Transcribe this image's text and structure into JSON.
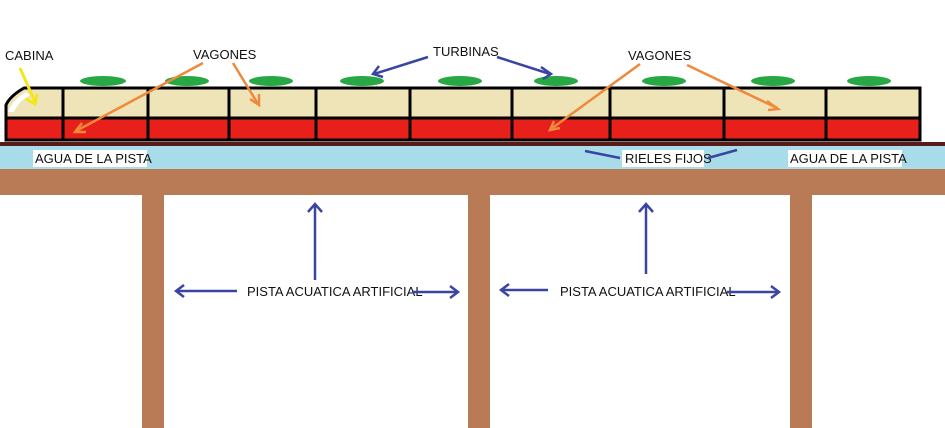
{
  "labels": {
    "cabina": "CABINA",
    "vagones_left": "VAGONES",
    "turbinas": "TURBINAS",
    "vagones_right": "VAGONES",
    "agua_left": "AGUA DE LA PISTA",
    "rieles": "RIELES FIJOS",
    "agua_right": "AGUA DE LA PISTA",
    "pista_left": "PISTA ACUATICA ARTIFICIAL",
    "pista_right": "PISTA ACUATICA ARTIFICIAL"
  },
  "colors": {
    "car_body": "#efe4b7",
    "car_base": "#e8201c",
    "outline": "#000000",
    "turbine": "#27a843",
    "water": "#a8dce9",
    "track": "#b97b55",
    "rail_line": "#5a1a1a",
    "arrow_blue": "#3a45a3",
    "arrow_orange": "#ee8a3c",
    "arrow_yellow": "#f2e61c"
  }
}
